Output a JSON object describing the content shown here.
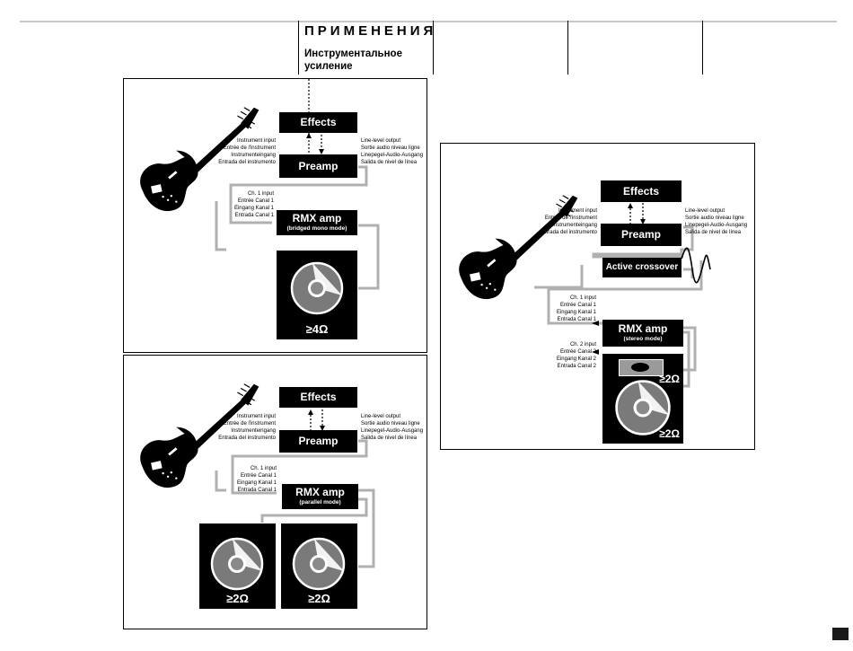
{
  "header": {
    "title": "ПРИМЕНЕНИЯ",
    "subtitle": "Инструментальное усиление"
  },
  "labels": {
    "effects": "Effects",
    "preamp": "Preamp",
    "rmx": "RMX amp",
    "crossover": "Active crossover",
    "instrument_input": "Instrument input\nEntrée de l'instrument\nInstrumenteingang\nEntrada del instrumento",
    "line_output": "Line-level output\nSortie audio niveau ligne\nLinepegel-Audio-Ausgang\nSalida de nivel de línea",
    "ch1_input": "Ch. 1 input\nEntrée Canal 1\nEingang Kanal 1\nEntrada Canal 1",
    "ch2_input": "Ch. 2 input\nEntrée Canal 2\nEingang Kanal 2\nEntrada Canal 2"
  },
  "diagrams": {
    "bridged": {
      "mode": "(bridged mono mode)",
      "impedance": "≥4Ω"
    },
    "parallel": {
      "mode": "(parallel mode)",
      "impedance_left": "≥2Ω",
      "impedance_right": "≥2Ω"
    },
    "stereo": {
      "mode": "(stereo mode)",
      "impedance_top": "≥2Ω",
      "impedance_bottom": "≥2Ω"
    }
  },
  "colors": {
    "ink": "#000000",
    "wire": "#b0b0b0",
    "rule": "#c8c8c8",
    "speaker_cone": "#7a7a7a"
  },
  "icons": [
    "bass-guitar-icon",
    "speaker-cabinet-icon",
    "crossover-curve-icon",
    "signal-arrow-icon"
  ]
}
